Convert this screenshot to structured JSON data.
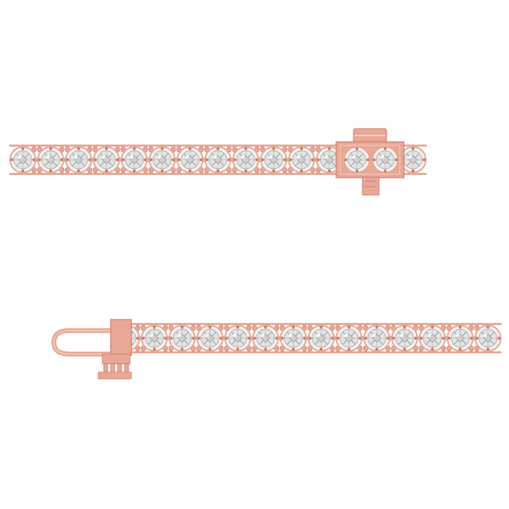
{
  "image": {
    "background_color": "#ffffff",
    "subject": "rose-gold-diamond-tennis-bracelet",
    "colors": {
      "metal": "#e8a896",
      "metal_dark": "#c97f6d",
      "metal_light": "#f6cfc3",
      "diamond_face": "#e3e3e3",
      "diamond_dark": "#8f8f8f",
      "diamond_light": "#ffffff",
      "bezel_white": "#f4f2f1",
      "inner_rail": "#b9b7b6"
    }
  },
  "bracelet": {
    "strands": [
      {
        "id": "top-strand",
        "stone_count": 15,
        "clasp": "box-clasp-receiver"
      },
      {
        "id": "bottom-strand",
        "stone_count": 14,
        "clasp": "tongue-clasp"
      }
    ]
  }
}
